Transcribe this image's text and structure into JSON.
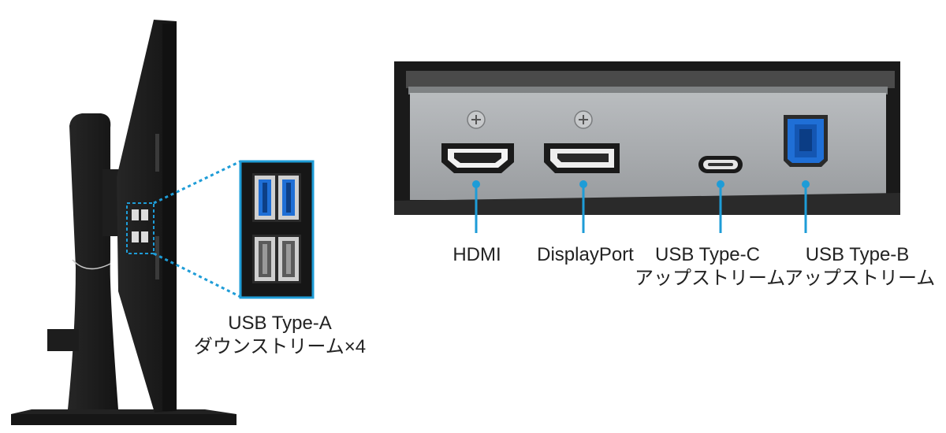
{
  "colors": {
    "accent": "#1e9cd7",
    "monitor_body": "#1b1b1b",
    "port_panel": "#a9acaf",
    "usb3_blue": "#1f6fd6"
  },
  "labels": {
    "usb_type_a": {
      "line1": "USB Type-A",
      "line2": "ダウンストリーム×4"
    },
    "hdmi": {
      "line1": "HDMI"
    },
    "displayport": {
      "line1": "DisplayPort"
    },
    "usb_type_c": {
      "line1": "USB Type-C",
      "line2": "アップストリーム"
    },
    "usb_type_b": {
      "line1": "USB Type-B",
      "line2": "アップストリーム"
    }
  }
}
